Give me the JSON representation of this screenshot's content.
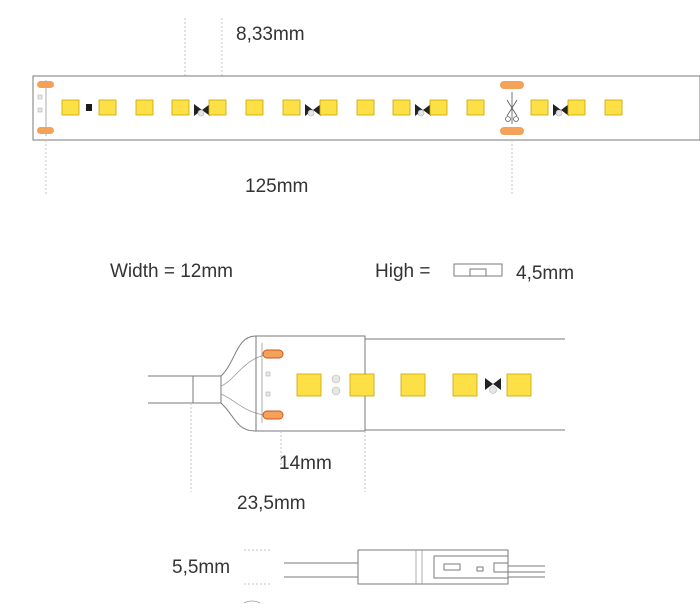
{
  "labels": {
    "pitch": "8,33mm",
    "segment": "125mm",
    "width": "Width = 12mm",
    "height_prefix": "High =",
    "height_value": "4,5mm",
    "connector_inner": "14mm",
    "connector_outer": "23,5mm",
    "side_height": "5,5mm"
  },
  "colors": {
    "led": "#fde046",
    "solder_pad": "#f4a259",
    "outline": "#7a7a7a",
    "text": "#333333"
  },
  "icons": [
    "scissors-icon",
    "resistor-icon",
    "led-chip-icon",
    "solder-pad-icon"
  ]
}
